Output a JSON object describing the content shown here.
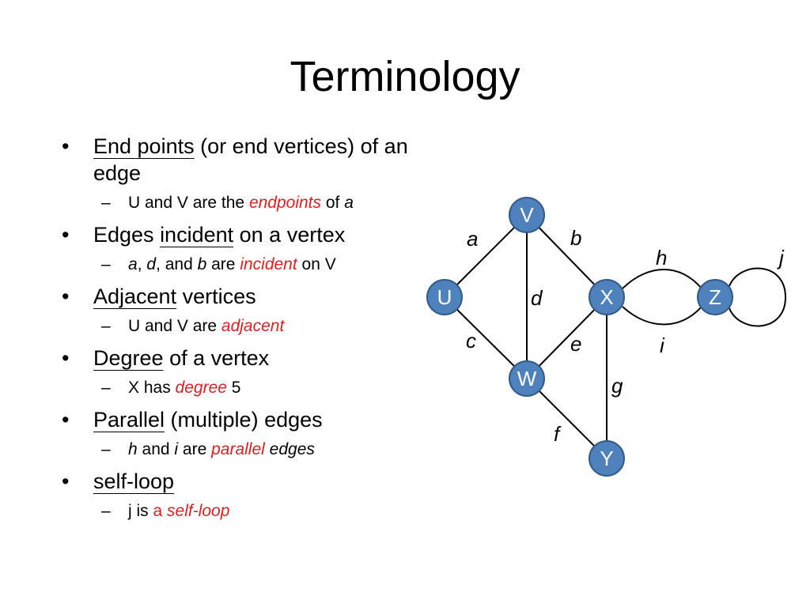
{
  "slide": {
    "title": "Terminology",
    "bullets": [
      {
        "term": "End points",
        "rest": " (or end vertices) of an edge",
        "sub": {
          "p1": "U and V are the ",
          "kw": "endpoints",
          "p2": " of ",
          "p3": "a"
        }
      },
      {
        "pre": "Edges ",
        "term": "incident",
        "rest": " on a vertex",
        "sub": {
          "a": "a",
          "c1": ", ",
          "d": "d",
          "c2": ", and ",
          "b": "b",
          "c3": " are ",
          "kw": "incident",
          "p2": " on V"
        }
      },
      {
        "term": "Adjacent",
        "rest": " vertices",
        "sub": {
          "p1": "U and V are ",
          "kw": "adjacent"
        }
      },
      {
        "term": "Degree",
        "rest": " of a vertex",
        "sub": {
          "p1": "X has ",
          "kw": "degree",
          "p2": " 5"
        }
      },
      {
        "term": "Parallel",
        "rest": " (multiple) edges",
        "sub": {
          "h": "h",
          "c1": " and ",
          "i": "i",
          "c2": " are ",
          "kw": "parallel",
          "p2": " edges"
        }
      },
      {
        "term": "self-loop",
        "rest": "",
        "sub": {
          "p1": "j is ",
          "kw1": "a ",
          "kw2": "self-loop"
        }
      }
    ]
  },
  "graph": {
    "node_color": "#4f81bd",
    "node_stroke": "#2f5a8a",
    "vertices": [
      "V",
      "U",
      "X",
      "Z",
      "W",
      "Y"
    ],
    "edges": [
      {
        "id": "a",
        "from": "U",
        "to": "V"
      },
      {
        "id": "b",
        "from": "V",
        "to": "X"
      },
      {
        "id": "c",
        "from": "U",
        "to": "W"
      },
      {
        "id": "d",
        "from": "V",
        "to": "W"
      },
      {
        "id": "e",
        "from": "X",
        "to": "W"
      },
      {
        "id": "f",
        "from": "W",
        "to": "Y"
      },
      {
        "id": "g",
        "from": "X",
        "to": "Y"
      },
      {
        "id": "h",
        "from": "X",
        "to": "Z"
      },
      {
        "id": "i",
        "from": "X",
        "to": "Z"
      },
      {
        "id": "j",
        "from": "Z",
        "to": "Z"
      }
    ]
  }
}
